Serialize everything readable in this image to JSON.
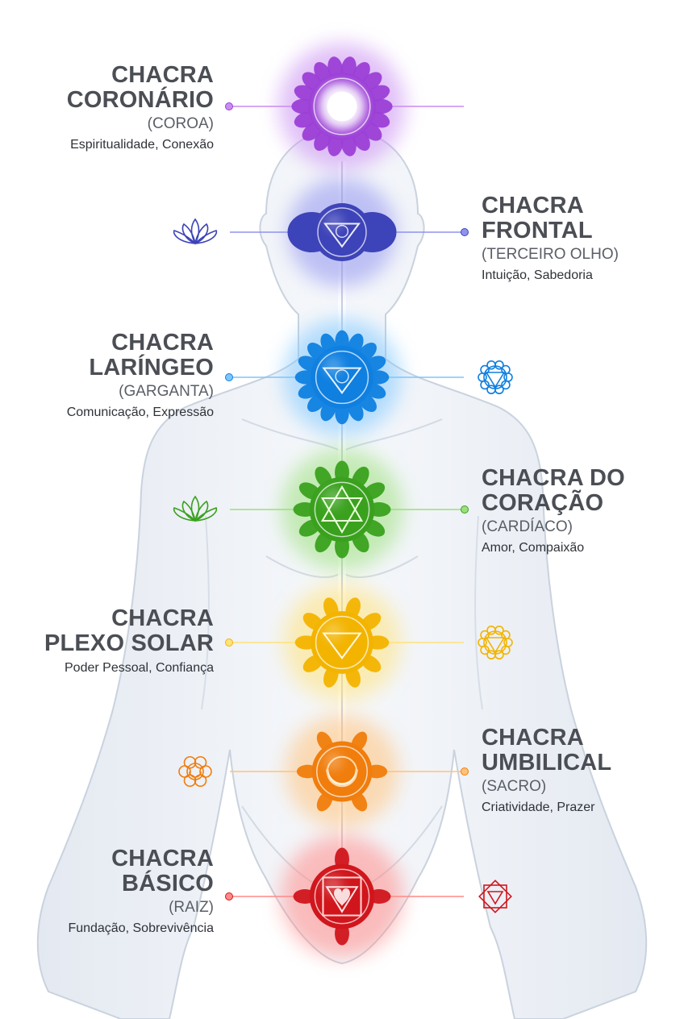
{
  "chakras": [
    {
      "id": "crown",
      "name_line1": "CHACRA",
      "name_line2": "CORONÁRIO",
      "alt": "(COROA)",
      "traits": "Espiritualidade, Conexão",
      "label_side": "left",
      "color": "#9b3fd6",
      "glow": "#c98cf2",
      "icon": "lotus-thousand-petal-icon",
      "side_icon": null
    },
    {
      "id": "third-eye",
      "name_line1": "CHACRA",
      "name_line2": "FRONTAL",
      "alt": "(TERCEIRO OLHO)",
      "traits": "Intuição, Sabedoria",
      "label_side": "right",
      "color": "#3d43b8",
      "glow": "#8f93ee",
      "icon": "two-petal-triangle-icon",
      "side_icon": "lotus-outline-icon"
    },
    {
      "id": "throat",
      "name_line1": "CHACRA",
      "name_line2": "LARÍNGEO",
      "alt": "(GARGANTA)",
      "traits": "Comunicação, Expressão",
      "label_side": "left",
      "color": "#0f7fe0",
      "glow": "#7cc6ff",
      "icon": "sixteen-petal-triangle-icon",
      "side_icon": "throat-symbol-outline-icon"
    },
    {
      "id": "heart",
      "name_line1": "CHACRA DO",
      "name_line2": "CORAÇÃO",
      "alt": "(CARDÍACO)",
      "traits": "Amor, Compaixão",
      "label_side": "right",
      "color": "#3aa11e",
      "glow": "#9be07c",
      "icon": "hexagram-lotus-icon",
      "side_icon": "lotus-outline-icon"
    },
    {
      "id": "solar-plexus",
      "name_line1": "CHACRA",
      "name_line2": "PLEXO SOLAR",
      "alt": "",
      "traits": "Poder Pessoal, Confiança",
      "label_side": "left",
      "color": "#f3b400",
      "glow": "#ffe27a",
      "icon": "ten-petal-triangle-icon",
      "side_icon": "solar-triangle-outline-icon"
    },
    {
      "id": "sacral",
      "name_line1": "CHACRA",
      "name_line2": "UMBILICAL",
      "alt": "(SACRO)",
      "traits": "Criatividade, Prazer",
      "label_side": "right",
      "color": "#f07d0c",
      "glow": "#ffc27a",
      "icon": "six-petal-crescent-icon",
      "side_icon": "crescent-lotus-outline-icon"
    },
    {
      "id": "root",
      "name_line1": "CHACRA",
      "name_line2": "BÁSICO",
      "alt": "(RAIZ)",
      "traits": "Fundação, Sobrevivência",
      "label_side": "left",
      "color": "#d0161c",
      "glow": "#ff8a88",
      "icon": "four-petal-square-icon",
      "side_icon": "root-square-outline-icon"
    }
  ]
}
